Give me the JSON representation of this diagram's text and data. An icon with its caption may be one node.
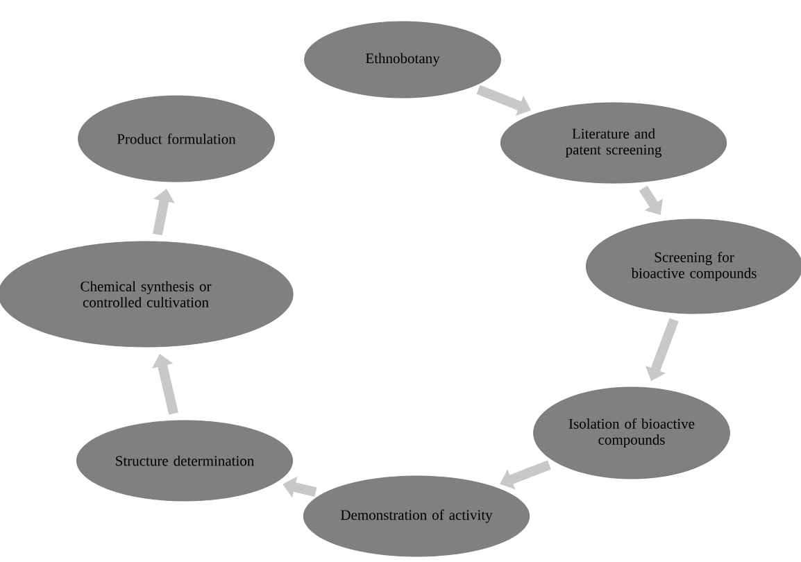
{
  "diagram": {
    "nodes": [
      {
        "text": [
          "Ethnobotany"
        ]
      },
      {
        "text": [
          "Literature and patent screening"
        ]
      },
      {
        "text": [
          "Screening for bioactive compounds"
        ]
      },
      {
        "text": [
          "Isolation of bioactive compounds"
        ]
      },
      {
        "text": [
          "Demonstration of activity"
        ]
      },
      {
        "text": [
          "Structure determination"
        ]
      },
      {
        "text": [
          "Chemical synthesis or controlled cultivation"
        ]
      },
      {
        "text": [
          "Product formulation"
        ]
      }
    ],
    "edges": [
      {
        "from": 0,
        "to": 1,
        "arrow": "to"
      },
      {
        "from": 1,
        "to": 2,
        "arrow": "to"
      },
      {
        "from": 2,
        "to": 3,
        "arrow": "to"
      },
      {
        "from": 3,
        "to": 4,
        "arrow": "to"
      },
      {
        "from": 4,
        "to": 5,
        "arrow": "to"
      },
      {
        "from": 5,
        "to": 6,
        "arrow": "to"
      },
      {
        "from": 6,
        "to": 7,
        "arrow": "to"
      }
    ]
  }
}
